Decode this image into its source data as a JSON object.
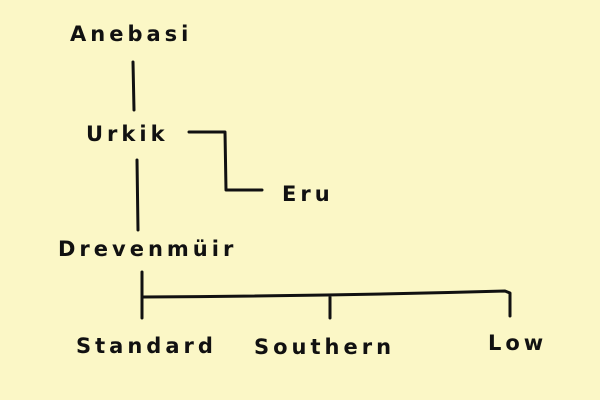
{
  "tree": {
    "root": "Anebasi",
    "child": "Urkik",
    "side_branch": "Eru",
    "grandchild": "Drevenmüir",
    "leaves": [
      "Standard",
      "Southern",
      "Low"
    ]
  },
  "colors": {
    "background": "#fbf7c6",
    "ink": "#111111"
  }
}
